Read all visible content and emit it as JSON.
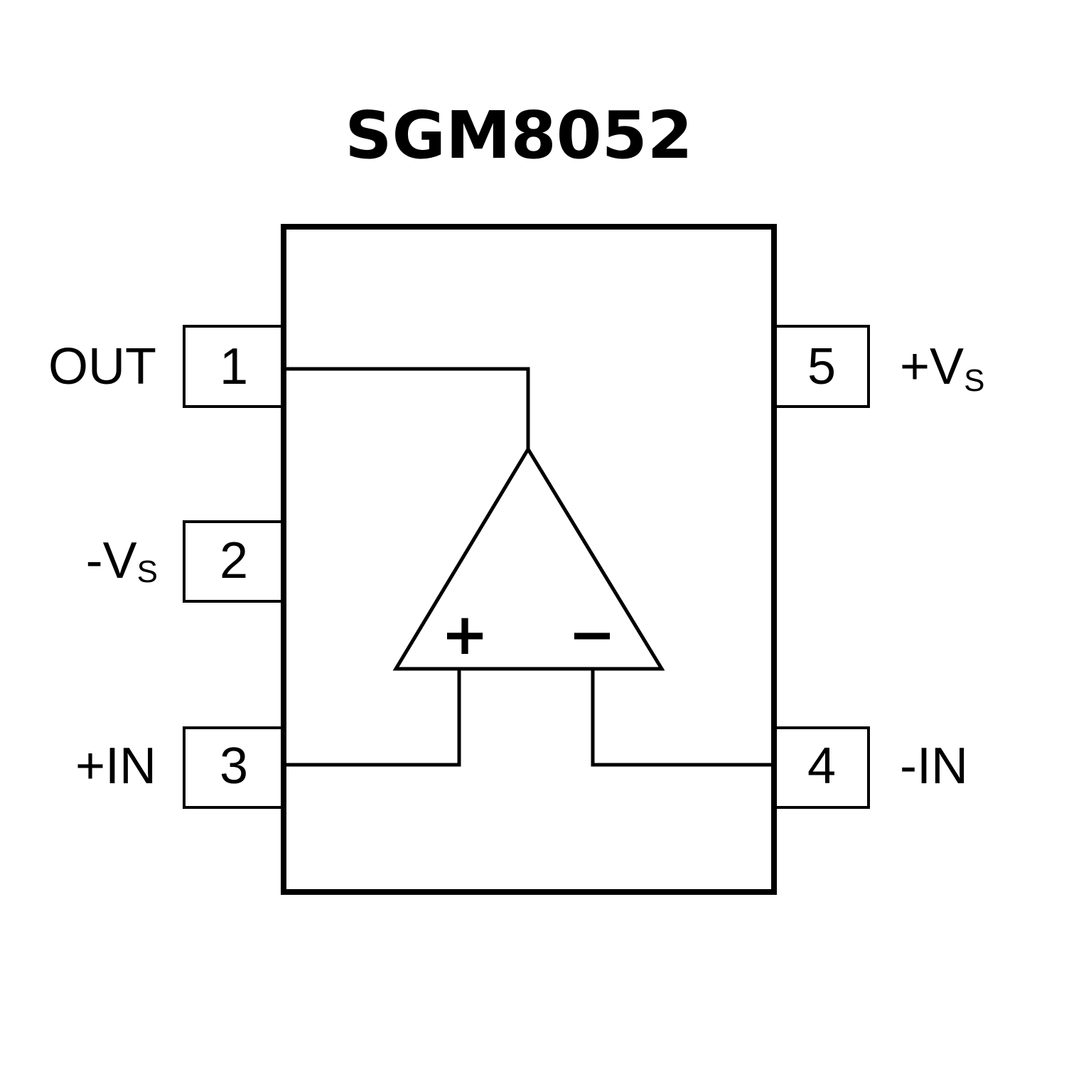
{
  "title": "SGM8052",
  "pins": [
    {
      "number": "1",
      "label": "OUT",
      "subscript": ""
    },
    {
      "number": "2",
      "label": "-V",
      "subscript": "S"
    },
    {
      "number": "3",
      "label": "+IN",
      "subscript": ""
    },
    {
      "number": "4",
      "label": "-IN",
      "subscript": ""
    },
    {
      "number": "5",
      "label": "+V",
      "subscript": "S"
    }
  ],
  "opamp": {
    "plus": "+",
    "minus": "−"
  }
}
